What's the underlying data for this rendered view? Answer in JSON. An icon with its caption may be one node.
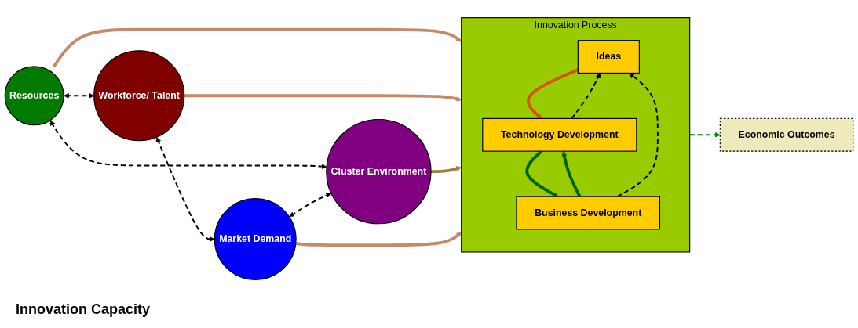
{
  "diagram": {
    "nodes": [
      {
        "text": [
          "Resources"
        ]
      },
      {
        "text": [
          "Innovation Process"
        ]
      },
      {
        "text": [
          "Ideas"
        ],
        "in": 1
      },
      {
        "text": [
          "Technology Development"
        ],
        "in": 1
      },
      {
        "text": [
          "Business Development"
        ],
        "in": 1
      },
      {
        "text": [
          "Workforce/ Talent"
        ]
      },
      {
        "text": [
          "Cluster Environment"
        ]
      },
      {
        "text": [
          "Market Demand"
        ]
      },
      {
        "text": [
          "Economic Outcomes"
        ]
      }
    ],
    "edges": [
      {
        "from": 0,
        "to": 5,
        "arrow": "both",
        "style": "dashed"
      },
      {
        "from": 0,
        "to": 6,
        "arrow": "both",
        "style": "dashed"
      },
      {
        "from": 5,
        "to": 7,
        "arrow": "both",
        "style": "dashed"
      },
      {
        "from": 7,
        "to": 6,
        "arrow": "both",
        "style": "dashed"
      },
      {
        "from": 0,
        "to": 1,
        "arrow": "to",
        "style": "thick",
        "color": "#c48a6a"
      },
      {
        "from": 5,
        "to": 1,
        "arrow": "to",
        "style": "thick",
        "color": "#c48a6a"
      },
      {
        "from": 6,
        "to": 1,
        "arrow": "to",
        "style": "thick",
        "color": "#a08040"
      },
      {
        "from": 7,
        "to": 1,
        "arrow": "to",
        "style": "thick",
        "color": "#c48a6a"
      },
      {
        "from": 2,
        "to": 3,
        "arrow": "to",
        "style": "thick",
        "color": "#d45500"
      },
      {
        "from": 3,
        "to": 4,
        "arrow": "to",
        "style": "thick",
        "color": "#006400"
      },
      {
        "from": 4,
        "to": 3,
        "arrow": "to",
        "style": "thick",
        "color": "#006400"
      },
      {
        "from": 3,
        "to": 2,
        "arrow": "to",
        "style": "dashed"
      },
      {
        "from": 4,
        "to": 2,
        "arrow": "to",
        "style": "dashed"
      },
      {
        "from": 1,
        "to": 8,
        "arrow": "to",
        "style": "dashed",
        "color": "#008000"
      }
    ],
    "labels": [
      "Innovation Capacity"
    ]
  }
}
